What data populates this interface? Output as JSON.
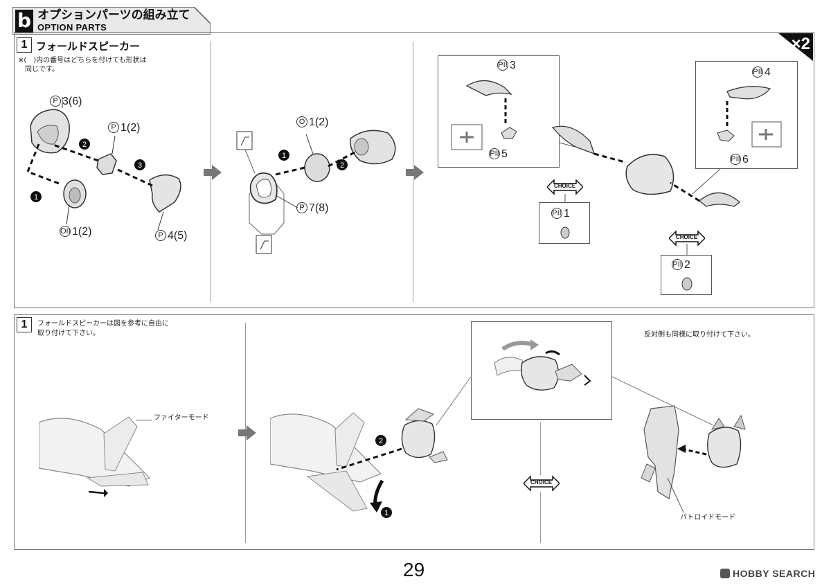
{
  "header": {
    "badge": "b",
    "title_jp": "オプションパーツの組み立て",
    "title_en": "OPTION PARTS"
  },
  "top_panel": {
    "step_number": "1",
    "step_title": "フォールドスピーカー",
    "note_line1": "※(　)内の番号はどちらを付けても形状は",
    "note_line2": "同じです。",
    "quantity": "×2",
    "labels": {
      "p3": "3(6)",
      "p1": "1(2)",
      "oii1": "1(2)",
      "p4": "4(5)",
      "o1": "1(2)",
      "p7": "7(8)",
      "pii3": "3",
      "pii5": "5",
      "pii1": "1",
      "pii4": "4",
      "pii6": "6",
      "pii2": "2"
    },
    "choice": "CHOICE"
  },
  "bottom_panel": {
    "step_number": "1",
    "instruction_line1": "フォールドスピーカーは図を参考に自由に",
    "instruction_line2": "取り付けて下さい。",
    "fighter_mode": "ファイターモード",
    "battroid_mode": "バトロイドモード",
    "opposite_side": "反対側も同様に取り付けて下さい。",
    "choice": "CHOICE"
  },
  "footer": {
    "page_number": "29",
    "watermark": "HOBBY SEARCH"
  },
  "colors": {
    "arrow_gray": "#777777",
    "part_gray": "#d8d8d8",
    "line": "#333333"
  }
}
